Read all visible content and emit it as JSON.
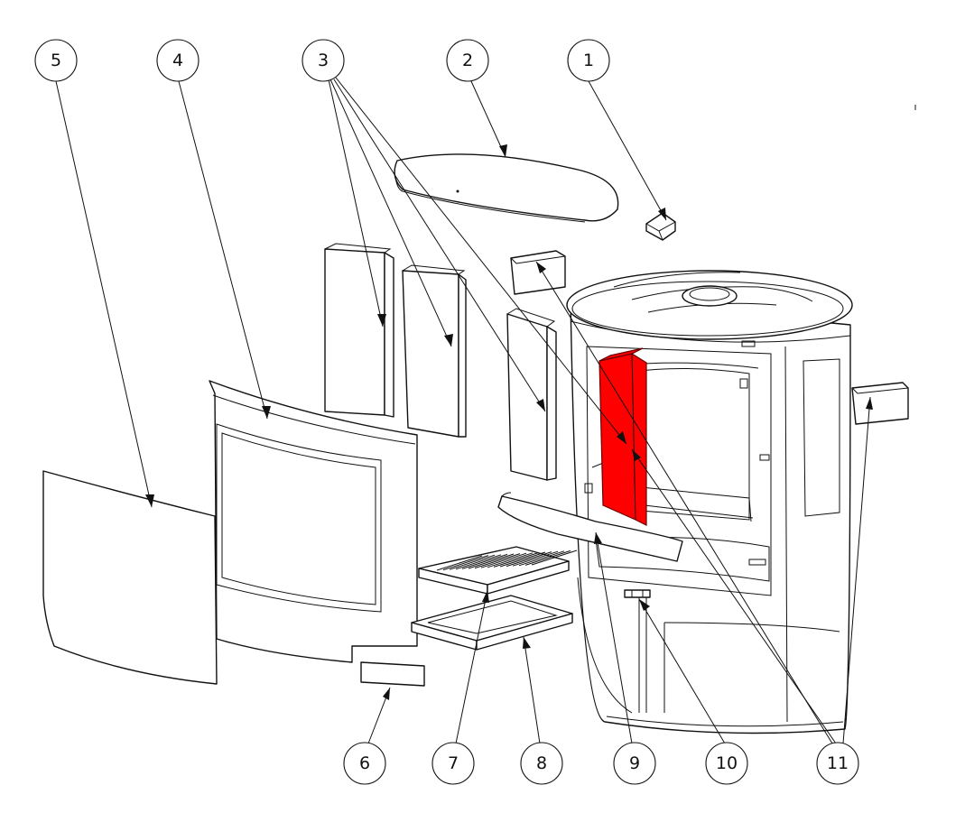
{
  "highlight_color": "#ff0000",
  "balloons": [
    {
      "id": "5",
      "label": "5"
    },
    {
      "id": "4",
      "label": "4"
    },
    {
      "id": "3",
      "label": "3"
    },
    {
      "id": "2",
      "label": "2"
    },
    {
      "id": "1",
      "label": "1"
    },
    {
      "id": "6",
      "label": "6"
    },
    {
      "id": "7",
      "label": "7"
    },
    {
      "id": "8",
      "label": "8"
    },
    {
      "id": "9",
      "label": "9"
    },
    {
      "id": "10",
      "label": "10"
    },
    {
      "id": "11",
      "label": "11"
    }
  ]
}
